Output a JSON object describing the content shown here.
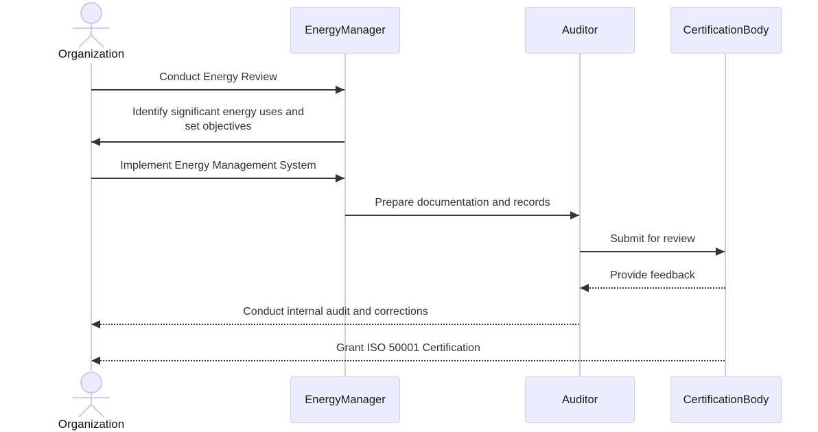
{
  "diagram": {
    "type": "uml-sequence-diagram",
    "actors": {
      "organization": {
        "label": "Organization",
        "kind": "actor"
      },
      "energy_manager": {
        "label": "EnergyManager",
        "kind": "participant"
      },
      "auditor": {
        "label": "Auditor",
        "kind": "participant"
      },
      "certification_body": {
        "label": "CertificationBody",
        "kind": "participant"
      }
    },
    "messages": [
      {
        "from": "Organization",
        "to": "EnergyManager",
        "style": "solid",
        "text": "Conduct Energy Review"
      },
      {
        "from": "EnergyManager",
        "to": "Organization",
        "style": "solid",
        "text": "Identify significant energy uses and set objectives"
      },
      {
        "from": "Organization",
        "to": "EnergyManager",
        "style": "solid",
        "text": "Implement Energy Management System"
      },
      {
        "from": "EnergyManager",
        "to": "Auditor",
        "style": "solid",
        "text": "Prepare documentation and records"
      },
      {
        "from": "Auditor",
        "to": "CertificationBody",
        "style": "solid",
        "text": "Submit for review"
      },
      {
        "from": "CertificationBody",
        "to": "Auditor",
        "style": "dotted",
        "text": "Provide feedback"
      },
      {
        "from": "Auditor",
        "to": "Organization",
        "style": "dotted",
        "text": "Conduct internal audit and corrections"
      },
      {
        "from": "CertificationBody",
        "to": "Organization",
        "style": "dotted",
        "text": "Grant ISO 50001 Certification"
      }
    ],
    "colors": {
      "participant_fill": "#ECECFF",
      "participant_border": "#CFCCF0",
      "actor_stroke": "#C9BCE9",
      "lifeline": "#CCCCF2",
      "message_line": "#333333",
      "message_text": "#333333",
      "background": "#FFFFFF"
    }
  }
}
